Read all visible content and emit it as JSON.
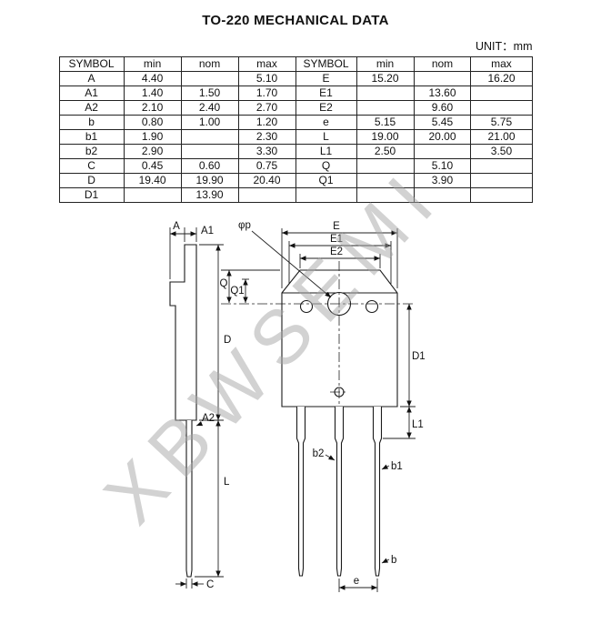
{
  "page": {
    "title": "TO-220 MECHANICAL DATA",
    "unit_label": "UNIT：mm"
  },
  "table": {
    "headers": [
      "SYMBOL",
      "min",
      "nom",
      "max",
      "SYMBOL",
      "min",
      "nom",
      "max"
    ],
    "rows": [
      [
        "A",
        "4.40",
        "",
        "5.10",
        "E",
        "15.20",
        "",
        "16.20"
      ],
      [
        "A1",
        "1.40",
        "1.50",
        "1.70",
        "E1",
        "",
        "13.60",
        ""
      ],
      [
        "A2",
        "2.10",
        "2.40",
        "2.70",
        "E2",
        "",
        "9.60",
        ""
      ],
      [
        "b",
        "0.80",
        "1.00",
        "1.20",
        "e",
        "5.15",
        "5.45",
        "5.75"
      ],
      [
        "b1",
        "1.90",
        "",
        "2.30",
        "L",
        "19.00",
        "20.00",
        "21.00"
      ],
      [
        "b2",
        "2.90",
        "",
        "3.30",
        "L1",
        "2.50",
        "",
        "3.50"
      ],
      [
        "C",
        "0.45",
        "0.60",
        "0.75",
        "Q",
        "",
        "5.10",
        ""
      ],
      [
        "D",
        "19.40",
        "19.90",
        "20.40",
        "Q1",
        "",
        "3.90",
        ""
      ],
      [
        "D1",
        "",
        "13.90",
        "",
        "",
        "",
        "",
        ""
      ]
    ]
  },
  "drawing": {
    "watermark": "XBWSEMI",
    "labels": {
      "A": "A",
      "A1": "A1",
      "A2": "A2",
      "D": "D",
      "L": "L",
      "C": "C",
      "Q": "Q",
      "Q1": "Q1",
      "phi_p": "φp",
      "E": "E",
      "E1": "E1",
      "E2": "E2",
      "D1": "D1",
      "L1": "L1",
      "b2": "b2",
      "b1": "b1",
      "b": "b",
      "e": "e"
    }
  }
}
